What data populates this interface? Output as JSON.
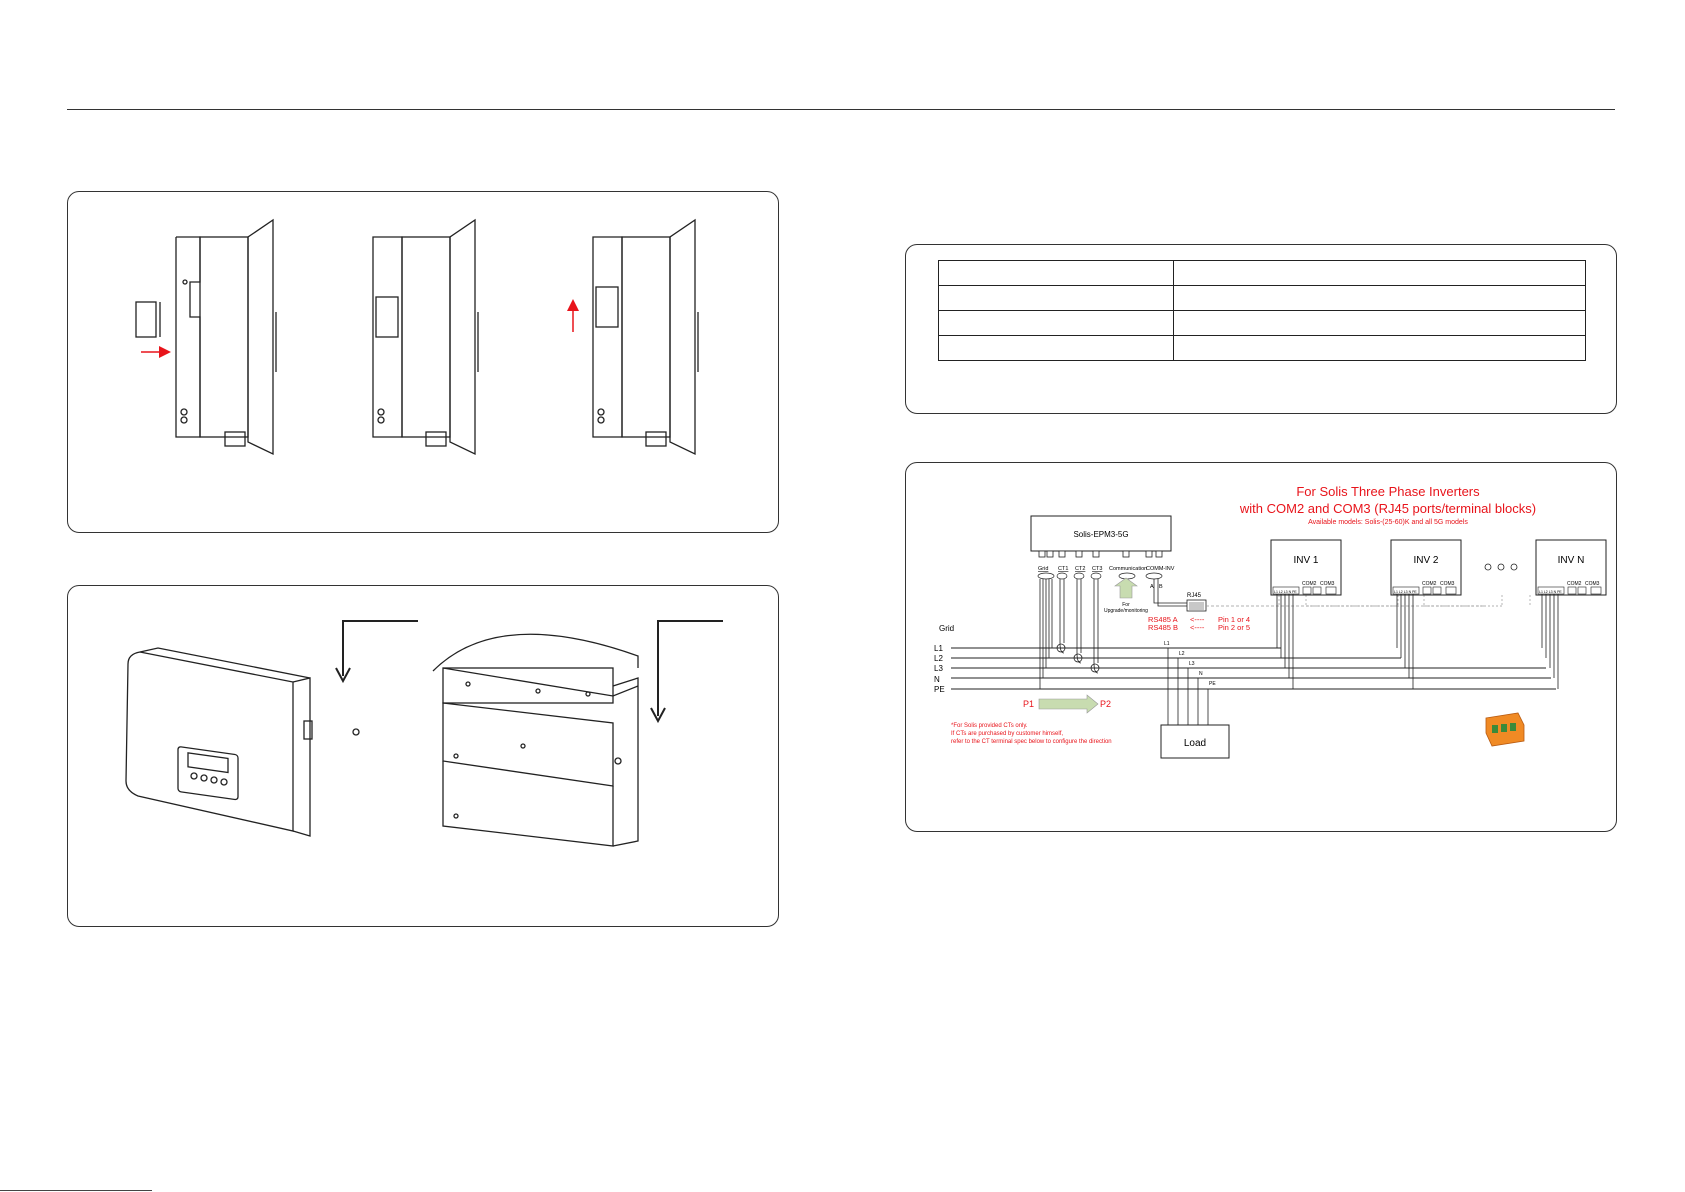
{
  "colors": {
    "accent_red": "#e8141b",
    "line": "#222222",
    "arrow_fill": "#c8dcb0",
    "connector": "#f08a24"
  },
  "diagram": {
    "title_line1": "For Solis Three Phase Inverters",
    "title_line2": "with COM2 and COM3 (RJ45 ports/terminal blocks)",
    "subtitle": "Available models: Solis-(25-60)K and all 5G models",
    "meter": "Solis-EPM3-5G",
    "ports": {
      "grid": "Grid",
      "ct1": "CT1",
      "ct2": "CT2",
      "ct3": "CT3",
      "communication": "Communication",
      "comm_inv": "COMM-INV"
    },
    "pins": {
      "a": "A",
      "b": "B"
    },
    "upgrade": {
      "line1": "For",
      "line2": "Upgrade/monitoring"
    },
    "rj45": "RJ45",
    "rs485a": "RS485 A",
    "rs485b": "RS485 B",
    "arrow_text": "<----",
    "pin_a": "Pin 1 or 4",
    "pin_b": "Pin 2 or 5",
    "inverters": [
      "INV 1",
      "INV 2",
      "INV N"
    ],
    "ellipsis_icon": "three-dots-icon",
    "com2": "COM2",
    "com3": "COM3",
    "terminals": "L1 L2 L3 N PE",
    "grid_label": "Grid",
    "lines": [
      "L1",
      "L2",
      "L3",
      "N",
      "PE"
    ],
    "load_taps": [
      "L1",
      "L2",
      "L3",
      "N",
      "PE"
    ],
    "load": "Load",
    "p1": "P1",
    "p2": "P2",
    "note": [
      "*For Solis provided CTs only.",
      "If CTs are purchased by customer himself,",
      "refer to the CT terminal spec below to configure the direction"
    ],
    "connector_icon": "terminal-block-icon"
  }
}
